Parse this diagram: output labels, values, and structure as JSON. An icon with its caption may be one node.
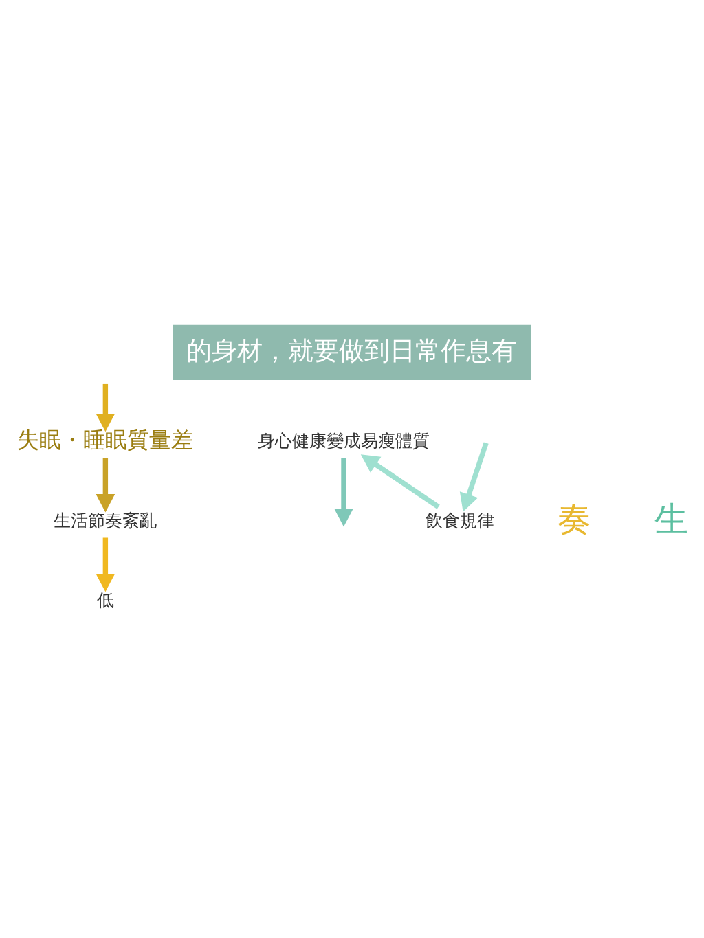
{
  "diagram": {
    "title": "的身材，就要做到日常作息有",
    "nodes": [
      {
        "text": [
          "失眠・睡眠質量差"
        ]
      },
      {
        "text": [
          "生活節奏紊亂"
        ]
      },
      {
        "text": [
          "低"
        ]
      },
      {
        "text": [
          "身心健康變成易瘦體質"
        ]
      },
      {
        "text": [
          "飲食規律"
        ]
      }
    ],
    "edges": [
      {
        "from": null,
        "to": 0,
        "arrow": "to",
        "color": "#e0b020"
      },
      {
        "from": 0,
        "to": 1,
        "arrow": "to",
        "color": "#c9a227"
      },
      {
        "from": 1,
        "to": 2,
        "arrow": "to",
        "color": "#f0b820"
      },
      {
        "from": 4,
        "to": 3,
        "arrow": "to",
        "color": "#9fe0d0"
      },
      {
        "from": null,
        "to": 4,
        "arrow": "to",
        "color": "#9fe0d0"
      },
      {
        "from": 3,
        "to": null,
        "arrow": "to",
        "color": "#7fc8b8"
      }
    ],
    "labels": [
      "奏",
      "生"
    ]
  }
}
